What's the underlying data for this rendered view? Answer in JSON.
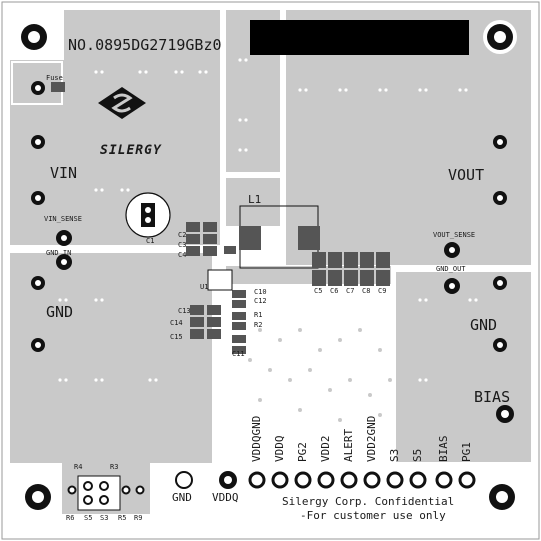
{
  "board": {
    "part_number": "NO.0895DG2719GBz0",
    "brand": "SILERGY",
    "confidential_line1": "Silergy Corp. Confidential",
    "confidential_line2": "-For customer use only"
  },
  "labels": {
    "fuse": "Fuse",
    "vin": "VIN",
    "vout": "VOUT",
    "gnd_left": "GND",
    "gnd_right": "GND",
    "bias": "BIAS",
    "vin_sense": "VIN_SENSE",
    "gnd_in": "GND_IN",
    "vout_sense": "VOUT_SENSE",
    "gnd_out": "GND_OUT",
    "l1": "L1",
    "gnd_bottom": "GND",
    "vddq_bottom": "VDDQ"
  },
  "components": [
    "C1",
    "C2",
    "C3",
    "C4",
    "C5",
    "C6",
    "C7",
    "C8",
    "C9",
    "C10",
    "C11",
    "C12",
    "C13",
    "C14",
    "C15",
    "R1",
    "R2",
    "R3",
    "R4",
    "R5",
    "R6",
    "R9",
    "S3",
    "S5",
    "U1"
  ],
  "header_pins": [
    "VDDQGND",
    "VDDQ",
    "PG2",
    "VDD2",
    "ALERT",
    "VDD2GND",
    "S3",
    "S5",
    "BIAS",
    "PG1"
  ],
  "jumpers": [
    "R6",
    "S5",
    "S3",
    "R5",
    "R9"
  ],
  "colors": {
    "pad": "#c9c9c9",
    "board": "#ffffff",
    "mask": "#000000",
    "silk": "#1a1a1a"
  }
}
